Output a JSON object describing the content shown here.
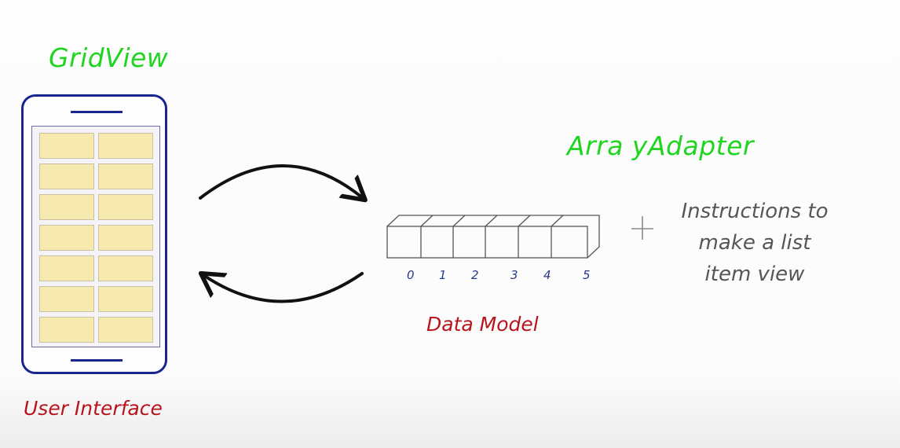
{
  "title_gridview": "GridView",
  "title_arrayadapter": "Arra yAdapter",
  "label_user_interface": "User Interface",
  "label_data_model": "Data Model",
  "instructions": [
    "Instructions to",
    "make a list",
    "item view"
  ],
  "plus_sign": "+",
  "indices": [
    "0",
    "1",
    "2",
    "3",
    "4",
    "5"
  ],
  "colors": {
    "green": "#1fd51f",
    "red": "#b8141c",
    "phone_outline": "#1a2590",
    "grid_cell": "#f6eab0"
  }
}
